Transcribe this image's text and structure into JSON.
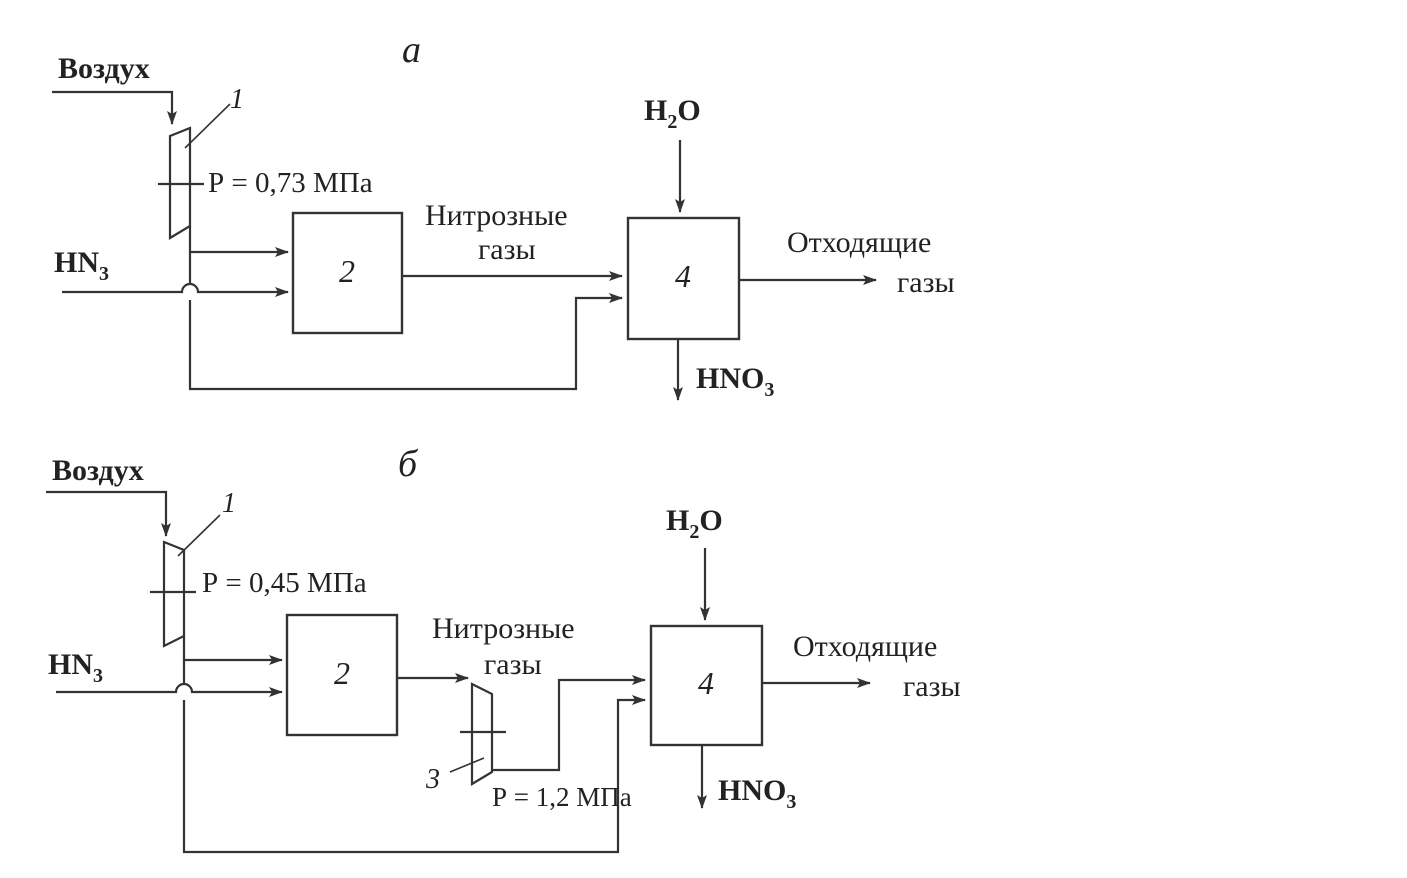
{
  "diagram_a": {
    "panel_label": "а",
    "air": "Воздух",
    "ammonia_base": "HN",
    "ammonia_sub": "3",
    "compressor_num": "1",
    "pressure": "Р = 0,73 МПа",
    "reactor_num": "2",
    "nitrous_line1": "Нитрозные",
    "nitrous_line2": "газы",
    "water_base": "H",
    "water_sub": "2",
    "water_tail": "O",
    "absorber_num": "4",
    "off_line1": "Отходящие",
    "off_line2": "газы",
    "acid_base": "HNO",
    "acid_sub": "3"
  },
  "diagram_b": {
    "panel_label": "б",
    "air": "Воздух",
    "ammonia_base": "HN",
    "ammonia_sub": "3",
    "compressor_num": "1",
    "pressure": "Р = 0,45 МПа",
    "reactor_num": "2",
    "nitrous_line1": "Нитрозные",
    "nitrous_line2": "газы",
    "compressor2_num": "3",
    "pressure2": "Р = 1,2 МПа",
    "water_base": "H",
    "water_sub": "2",
    "water_tail": "O",
    "absorber_num": "4",
    "off_line1": "Отходящие",
    "off_line2": "газы",
    "acid_base": "HNO",
    "acid_sub": "3"
  }
}
